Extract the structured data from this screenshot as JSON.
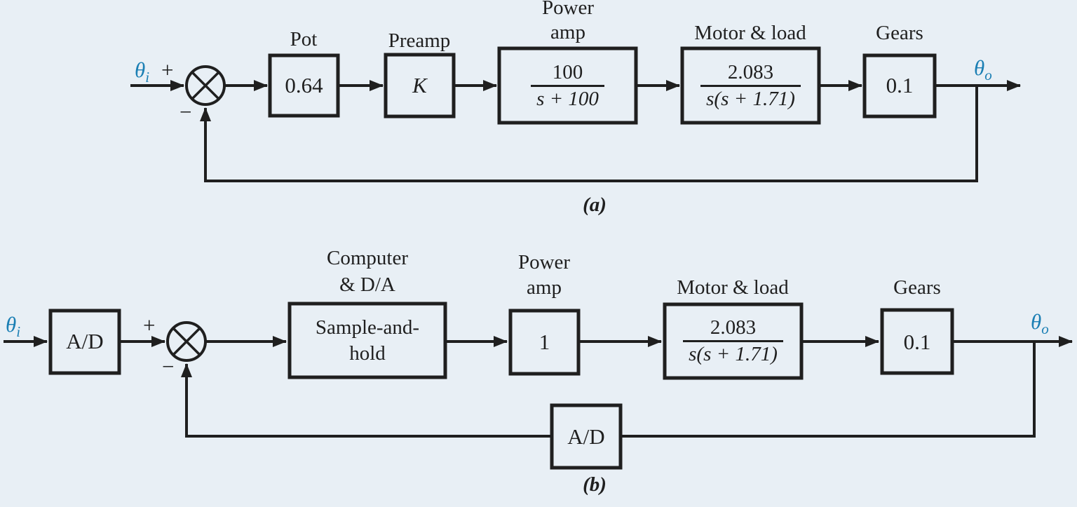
{
  "colors": {
    "background": "#e8eff5",
    "ink": "#1f1f1f",
    "theta_blue": "#1b7fb4"
  },
  "figure": {
    "part_a": {
      "caption": "(a)",
      "input_symbol": {
        "base": "θ",
        "sub": "i"
      },
      "output_symbol": {
        "base": "θ",
        "sub": "o"
      },
      "sum_plus": "+",
      "sum_minus": "−",
      "blocks": {
        "pot": {
          "label": "Pot",
          "value": "0.64"
        },
        "preamp": {
          "label": "Preamp",
          "value": "K"
        },
        "power_amp": {
          "label_line1": "Power",
          "label_line2": "amp",
          "numerator": "100",
          "denominator": "s + 100"
        },
        "motor_load": {
          "label": "Motor & load",
          "numerator": "2.083",
          "denominator": "s(s + 1.71)"
        },
        "gears": {
          "label": "Gears",
          "value": "0.1"
        }
      }
    },
    "part_b": {
      "caption": "(b)",
      "input_symbol": {
        "base": "θ",
        "sub": "i"
      },
      "output_symbol": {
        "base": "θ",
        "sub": "o"
      },
      "sum_plus": "+",
      "sum_minus": "−",
      "blocks": {
        "adc_input": {
          "value": "A/D"
        },
        "computer_da": {
          "label_line1": "Computer",
          "label_line2": "& D/A",
          "value_line1": "Sample-and-",
          "value_line2": "hold"
        },
        "power_amp": {
          "label_line1": "Power",
          "label_line2": "amp",
          "value": "1"
        },
        "motor_load": {
          "label": "Motor & load",
          "numerator": "2.083",
          "denominator": "s(s + 1.71)"
        },
        "gears": {
          "label": "Gears",
          "value": "0.1"
        },
        "adc_feedback": {
          "value": "A/D"
        }
      }
    }
  }
}
